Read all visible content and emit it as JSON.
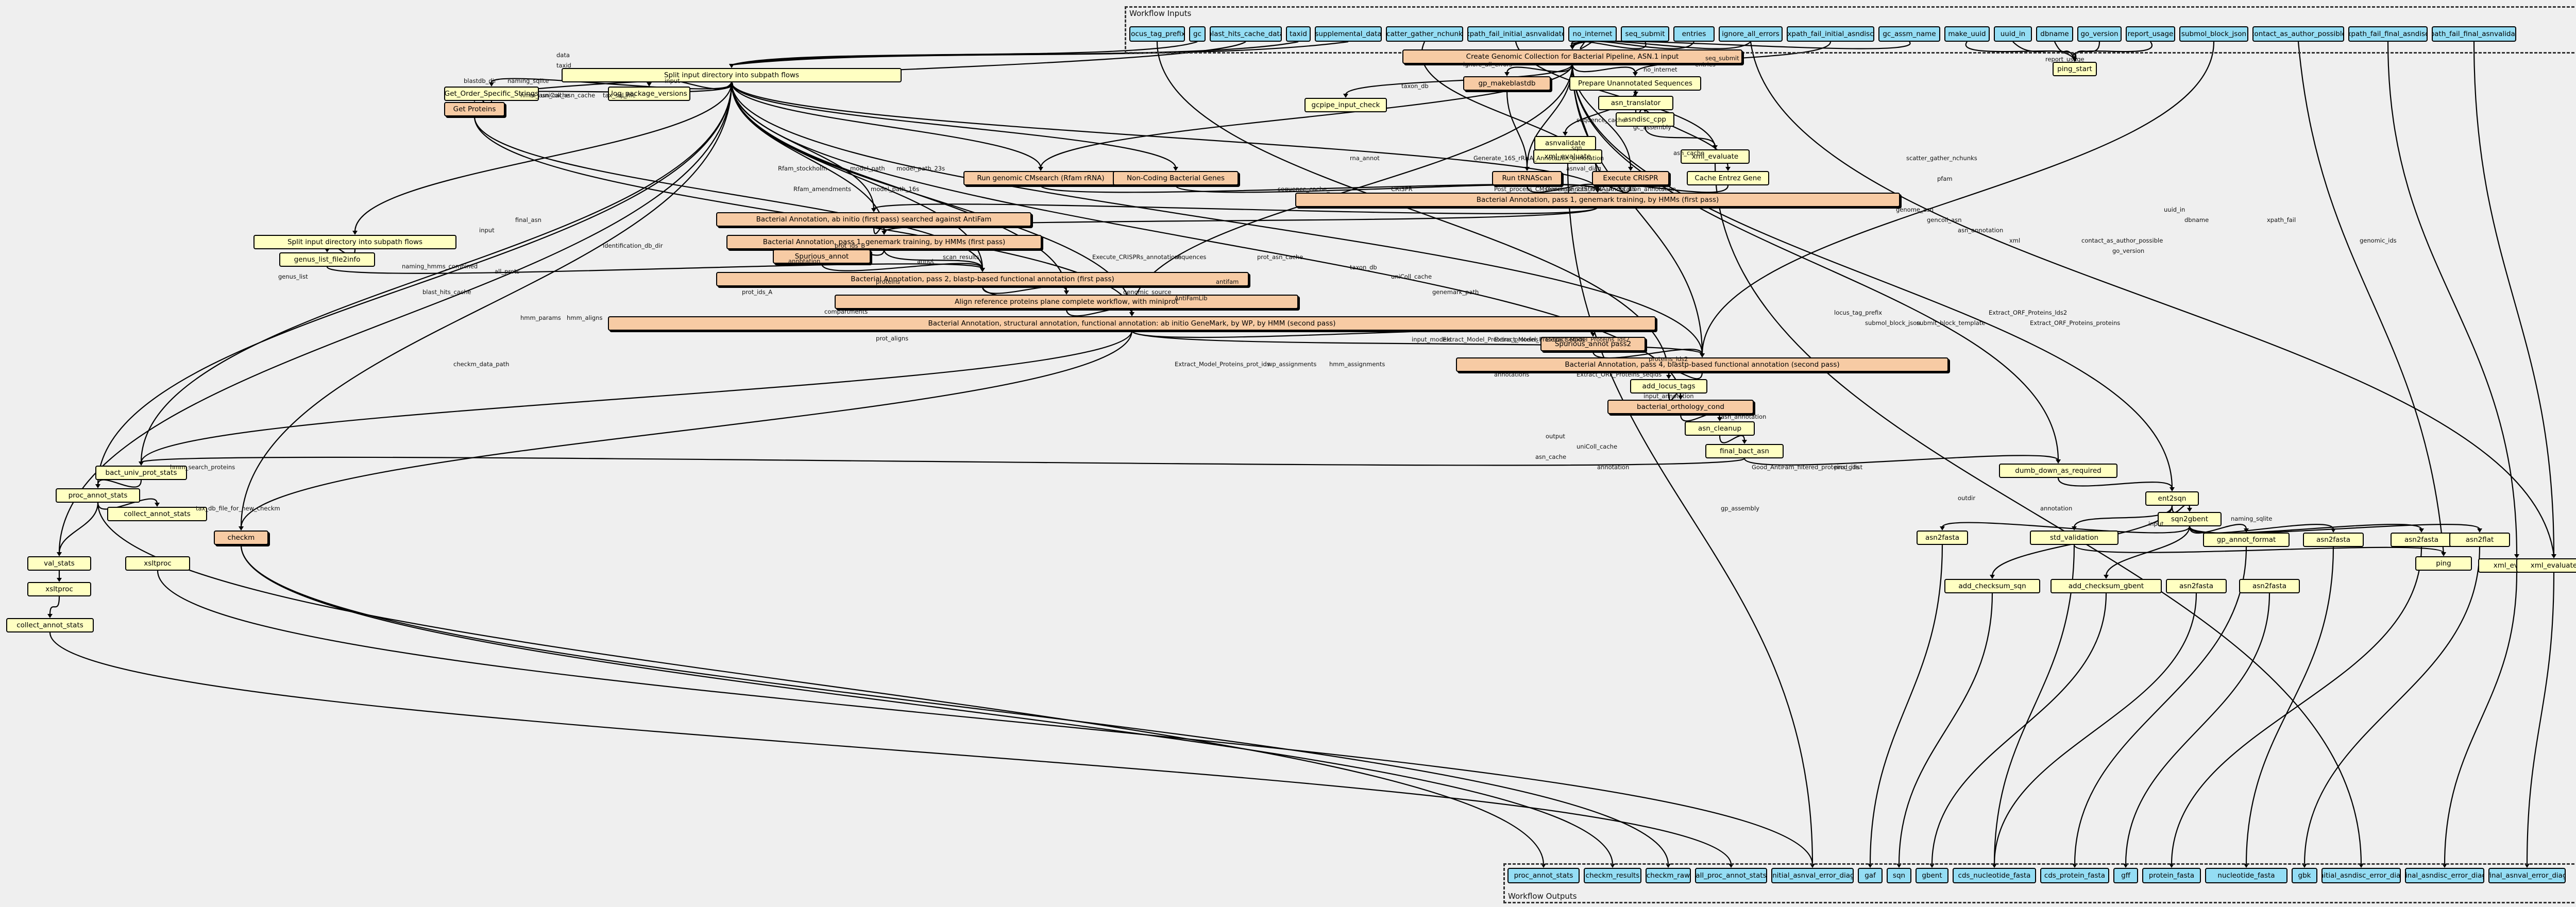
{
  "clusters": {
    "inputs_title": "Workflow Inputs",
    "outputs_title": "Workflow Outputs"
  },
  "colors": {
    "io": "#94ddf4",
    "tool": "#ffffc2",
    "subworkflow": "#f7cba4",
    "background": "#efefef",
    "edge": "#000000"
  },
  "inputs": [
    "locus_tag_prefix",
    "gc",
    "blast_hits_cache_data",
    "taxid",
    "supplemental_data",
    "scatter_gather_nchunks",
    "xpath_fail_initial_asnvalidate",
    "no_internet",
    "seq_submit",
    "entries",
    "ignore_all_errors",
    "xpath_fail_initial_asndisc",
    "gc_assm_name",
    "make_uuid",
    "uuid_in",
    "dbname",
    "go_version",
    "report_usage",
    "submol_block_json",
    "contact_as_author_possible",
    "xpath_fail_final_asndisc",
    "xpath_fail_final_asnvalidate"
  ],
  "outputs": [
    "proc_annot_stats",
    "checkm_results",
    "checkm_raw",
    "all_proc_annot_stats",
    "initial_asnval_error_diag",
    "gaf",
    "sqn",
    "gbent",
    "cds_nucleotide_fasta",
    "cds_protein_fasta",
    "gff",
    "protein_fasta",
    "nucleotide_fasta",
    "gbk",
    "initial_asndisc_error_diag",
    "final_asndisc_error_diag",
    "final_asnval_error_diag"
  ],
  "steps": [
    "Split input directory into subpath flows",
    "Get_Order_Specific_Strings",
    "log_package_versions",
    "Get Proteins",
    "Create Genomic Collection for Bacterial Pipeline, ASN.1 input",
    "gp_makeblastdb",
    "Prepare Unannotated Sequences",
    "ping_start",
    "gcpipe_input_check",
    "asn_translator",
    "asndisc_cpp",
    "asnvalidate",
    "xml_evaluate",
    "xml_evaluate",
    "Run genomic CMsearch (Rfam rRNA)",
    "Non-Coding Bacterial Genes",
    "Run tRNAScan",
    "Execute CRISPR",
    "Cache Entrez Gene",
    "Bacterial Annotation, pass 1, genemark training, by HMMs (first pass)",
    "Bacterial Annotation, ab initio (first pass) searched against AntiFam",
    "Split input directory into subpath flows",
    "Bacterial Annotation, pass 1, genemark training, by HMMs (first pass)",
    "Spurious_annot",
    "genus_list_file2info",
    "Bacterial Annotation, pass 2, blastp-based functional annotation (first pass)",
    "Align reference proteins plane complete workflow, with miniprot",
    "Bacterial Annotation, structural annotation, functional annotation: ab initio GeneMark, by WP, by HMM (second pass)",
    "Spurious_annot pass2",
    "Bacterial Annotation, pass 4, blastp-based functional annotation (second pass)",
    "add_locus_tags",
    "bacterial_orthology_cond",
    "asn_cleanup",
    "final_bact_asn",
    "bact_univ_prot_stats",
    "dumb_down_as_required",
    "proc_annot_stats",
    "collect_annot_stats",
    "ent2sqn",
    "sqn2gbent",
    "checkm",
    "asn2fasta",
    "std_validation",
    "gp_annot_format",
    "asn2fasta",
    "asn2fasta",
    "asn2flat",
    "val_stats",
    "xsltproc",
    "add_checksum_sqn",
    "add_checksum_gbent",
    "asn2fasta",
    "asn2fasta",
    "ping",
    "xml_evaluate",
    "xml_evaluate",
    "xsltproc",
    "collect_annot_stats"
  ],
  "edge_labels": [
    "taxid",
    "data",
    "input",
    "naming_sqlite",
    "blastdb_dir",
    "uniColl_asn_cache",
    "hmm_asn_cache",
    "tax_sql_file",
    "taxon_db",
    "ignore_all_errors",
    "entries",
    "seq_submit",
    "no_internet",
    "report_usage",
    "scatter_gather_nchunks",
    "asn_cache",
    "sequence_cache",
    "gc_assembly",
    "sqn",
    "asnval_diag",
    "Rfam_stockholm",
    "Rfam_amendments",
    "model_path",
    "model_path_16s",
    "model_path_23s",
    "sequence_cache_",
    "annotation",
    "proteins",
    "prot_ids_A",
    "prot_ids_B",
    "annot",
    "hmm_params",
    "hmm_aligns",
    "naming_hmms_combined",
    "all_prots",
    "identification_db_dir",
    "genus_list",
    "blast_hits_cache",
    "compartments",
    "prot_aligns",
    "input_models",
    "Extract_Model_Proteins_proteins",
    "Extract_Model_Proteins_seqids",
    "Extract_Model_Proteins_lds2",
    "Extract_Model_Proteins_prot_ids",
    "wp_assignments",
    "hmm_assignments",
    "annotations",
    "input_annotation",
    "asn_annotation",
    "locus_tag_prefix",
    "submol_block_json",
    "submit_block_template",
    "output",
    "genome_asn",
    "gencoll_asn",
    "asn_annotation",
    "xml",
    "contact_as_author_possible",
    "go_version",
    "uuid_in",
    "dbname",
    "xpath_fail",
    "genomic_ids",
    "rna_annot",
    "CRISPR",
    "Generate_16S_rRNA_Annotation_annotation",
    "Post_process_CMsearch_annotations_annots_5S",
    "Generate_23S_rRNA_Annotation_annotation",
    "scan_results",
    "Execute_CRISPRs_annotations",
    "sequences",
    "prot_asn_cache",
    "taxon_db",
    "uniColl_cache",
    "genemark_path",
    "genomic_source",
    "AntiFamLib",
    "antifam",
    "Extract_ORF_Proteins_lds2",
    "Extract_ORF_Proteins_proteins",
    "Extract_ORF_Proteins_seqids",
    "proteins_lds2",
    "gp_assembly",
    "naming_sqlite",
    "Good_AntiFam_filtered_proteins_gilist",
    "prod_ids",
    "final_asn",
    "input",
    "checkm_data_path",
    "hmm_search_proteins",
    "tax_db_file_for_new_checkm",
    "outdir",
    "annotation",
    "input",
    "uniColl_cache",
    "asn_cache",
    "annotation",
    "pfam"
  ]
}
